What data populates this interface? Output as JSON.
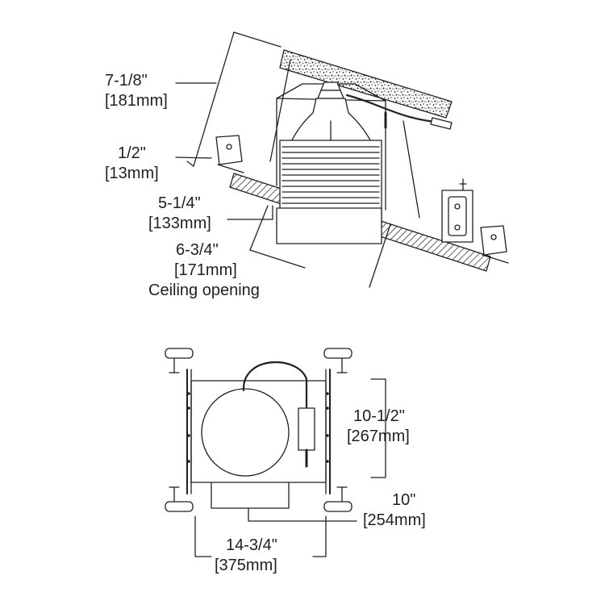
{
  "side_view": {
    "height_in": "7-1/8\"",
    "height_mm": "[181mm]",
    "flange_in": "1/2\"",
    "flange_mm": "[13mm]",
    "aperture_in": "5-1/4\"",
    "aperture_mm": "[133mm]",
    "opening_in": "6-3/4\"",
    "opening_mm": "[171mm]",
    "opening_label": "Ceiling opening"
  },
  "top_view": {
    "depth_in": "10-1/2\"",
    "depth_mm": "[267mm]",
    "width_in": "10\"",
    "width_mm": "[254mm]",
    "span_in": "14-3/4\"",
    "span_mm": "[375mm]"
  },
  "colors": {
    "line": "#231f20",
    "background": "#ffffff"
  }
}
